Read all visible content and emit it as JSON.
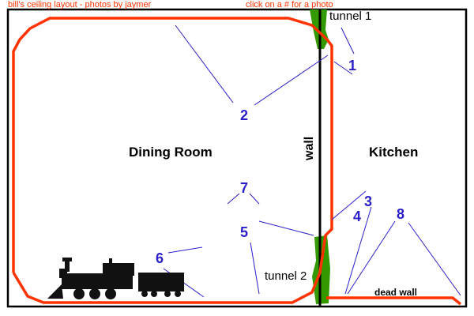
{
  "header": {
    "title": "bill's ceiling layout - photos by jaymer",
    "instruction": "click on a # for a photo"
  },
  "rooms": {
    "dining": "Dining Room",
    "kitchen": "Kitchen"
  },
  "labels": {
    "wall": "wall",
    "tunnel1": "tunnel 1",
    "tunnel2": "tunnel 2",
    "dead_wall": "dead wall"
  },
  "photo_links": [
    "1",
    "2",
    "3",
    "4",
    "5",
    "6",
    "7",
    "8"
  ],
  "colors": {
    "track": "#ff3300",
    "tunnel": "#339900",
    "link": "#2a1fc8"
  }
}
